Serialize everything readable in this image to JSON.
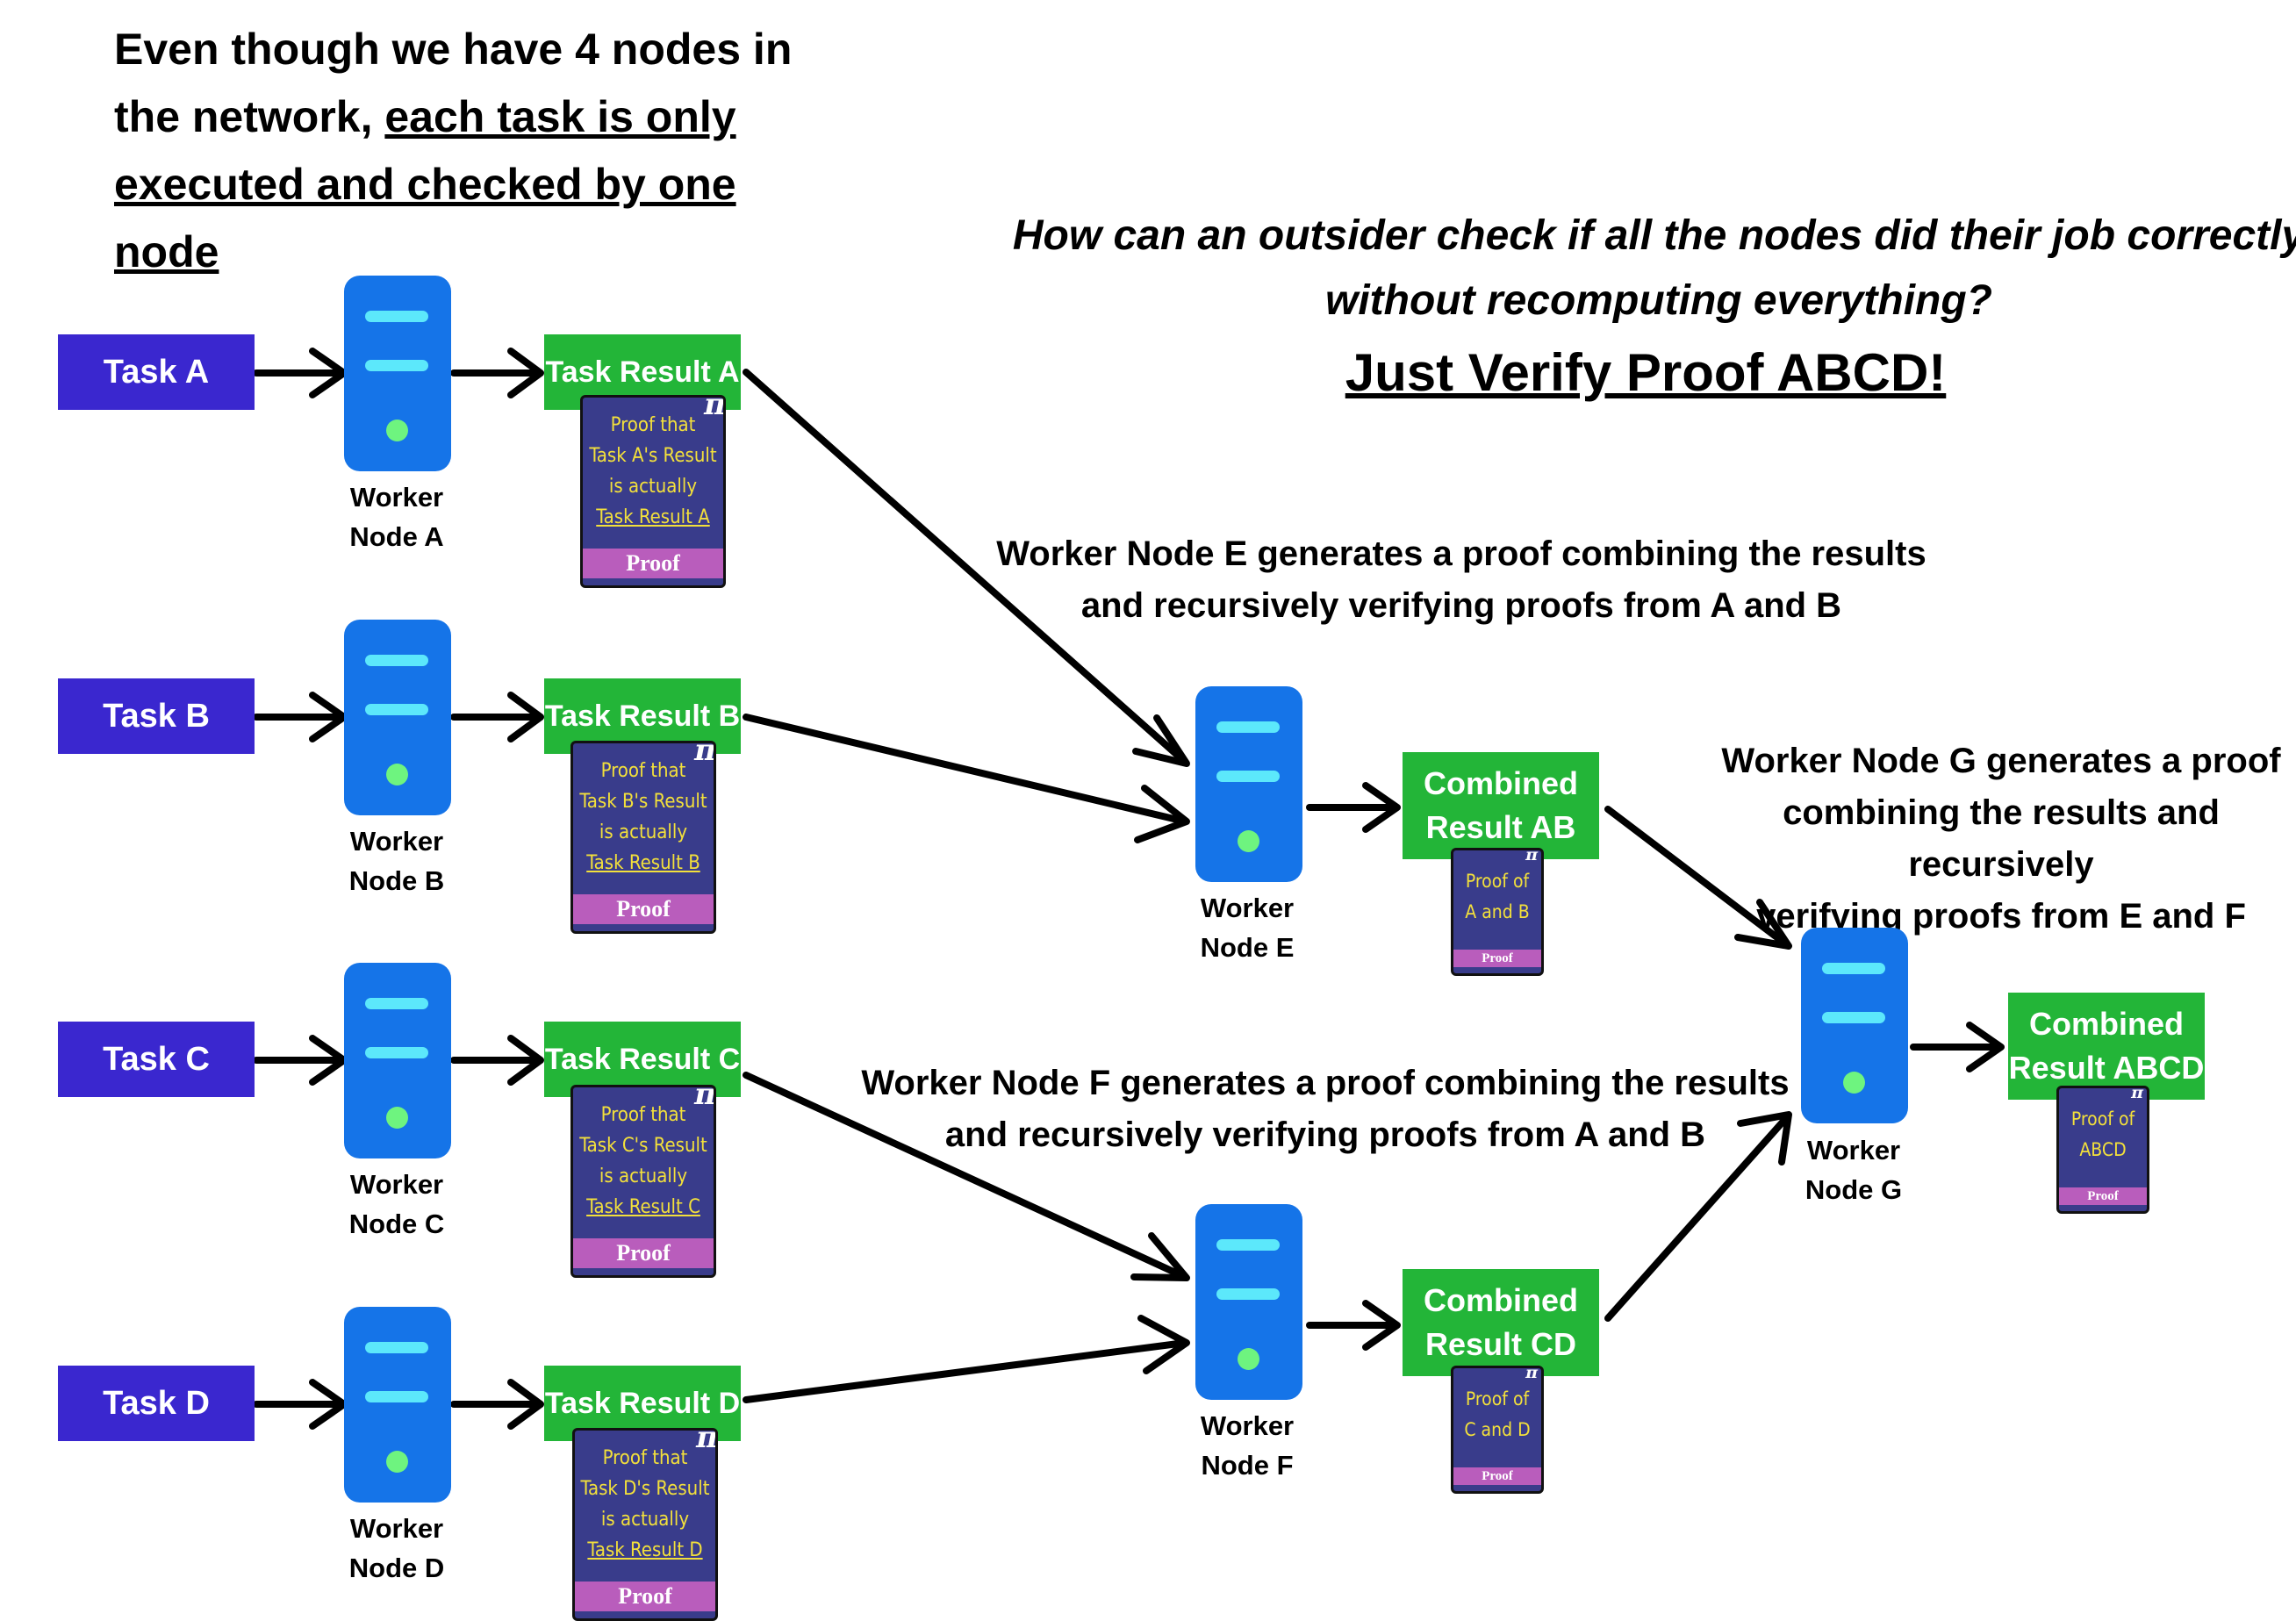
{
  "heading": {
    "line1": "Even though we have 4 nodes in",
    "line2_plain": "the network, ",
    "line2_underlined": "each task is only",
    "line3_underlined": "executed and checked by one node"
  },
  "question": {
    "line1": "How can an outsider check if all the nodes did their job correctly",
    "line2": "without recomputing everything?"
  },
  "answer": "Just Verify Proof ABCD!",
  "tasks": [
    {
      "label": "Task A"
    },
    {
      "label": "Task B"
    },
    {
      "label": "Task C"
    },
    {
      "label": "Task D"
    }
  ],
  "worker_nodes": [
    {
      "line1": "Worker",
      "line2": "Node A"
    },
    {
      "line1": "Worker",
      "line2": "Node B"
    },
    {
      "line1": "Worker",
      "line2": "Node C"
    },
    {
      "line1": "Worker",
      "line2": "Node D"
    },
    {
      "line1": "Worker",
      "line2": "Node E"
    },
    {
      "line1": "Worker",
      "line2": "Node F"
    },
    {
      "line1": "Worker",
      "line2": "Node G"
    }
  ],
  "task_results": [
    {
      "label": "Task Result A",
      "proof_lines": [
        "Proof that",
        "Task A's Result",
        "is actually"
      ],
      "proof_underlined": "Task Result A",
      "proof_footer": "Proof"
    },
    {
      "label": "Task Result B",
      "proof_lines": [
        "Proof that",
        "Task B's Result",
        "is actually"
      ],
      "proof_underlined": "Task Result B",
      "proof_footer": "Proof"
    },
    {
      "label": "Task Result C",
      "proof_lines": [
        "Proof that",
        "Task C's Result",
        "is actually"
      ],
      "proof_underlined": "Task Result C",
      "proof_footer": "Proof"
    },
    {
      "label": "Task Result D",
      "proof_lines": [
        "Proof that",
        "Task D's Result",
        "is actually"
      ],
      "proof_underlined": "Task Result D",
      "proof_footer": "Proof"
    }
  ],
  "combined_results": [
    {
      "line1": "Combined",
      "line2": "Result AB",
      "proof_line1": "Proof of",
      "proof_line2": "A and B",
      "proof_footer": "Proof"
    },
    {
      "line1": "Combined",
      "line2": "Result CD",
      "proof_line1": "Proof of",
      "proof_line2": "C and D",
      "proof_footer": "Proof"
    },
    {
      "line1": "Combined",
      "line2": "Result ABCD",
      "proof_line1": "Proof of",
      "proof_line2": "ABCD",
      "proof_footer": "Proof"
    }
  ],
  "pi_symbol": "π",
  "captions": {
    "node_e": {
      "line1": "Worker Node E generates a proof combining the results",
      "line2": "and recursively verifying proofs from A and B"
    },
    "node_f": {
      "line1": "Worker Node F generates a proof combining the results",
      "line2": "and recursively verifying proofs from A and B"
    },
    "node_g": {
      "line1": "Worker Node G generates a proof",
      "line2": "combining the results and recursively",
      "line3": "verifying proofs from E and F"
    }
  },
  "colors": {
    "task": "#3a27cf",
    "server": "#1574e8",
    "server_bar": "#5ce8fb",
    "server_led": "#6ef47f",
    "result": "#23b538",
    "proof_bg": "#393c8b",
    "proof_text": "#f3e03b",
    "proof_footer": "#b95dbc"
  },
  "icons": {
    "server": "server-icon",
    "pi": "pi-icon",
    "arrow": "arrow-icon"
  }
}
